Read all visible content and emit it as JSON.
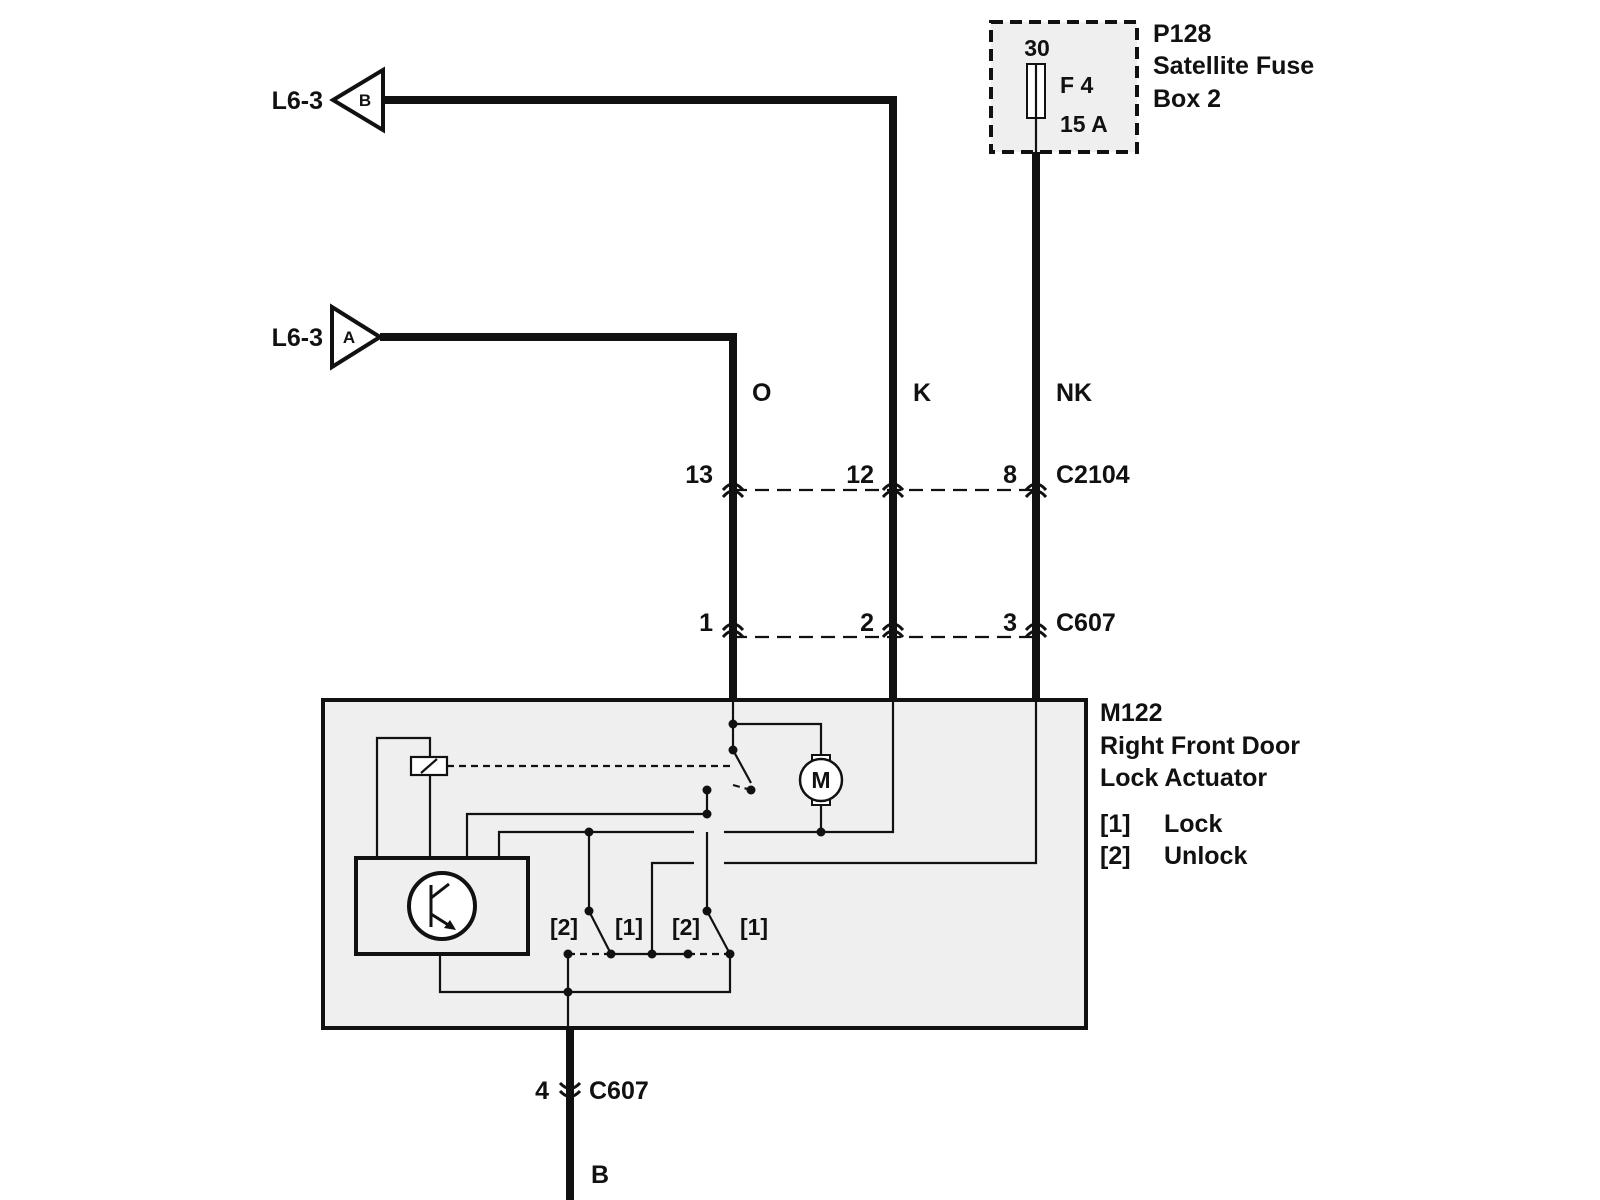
{
  "colors": {
    "wire": "#111111",
    "module_fill": "#efefef",
    "fuse_box_fill": "#efefef",
    "background": "#ffffff"
  },
  "connectors_left": {
    "upper": {
      "ref": "L6-3",
      "letter": "B"
    },
    "lower": {
      "ref": "L6-3",
      "letter": "A"
    }
  },
  "fuse_box": {
    "id": "P128",
    "name_line1": "Satellite Fuse",
    "name_line2": "Box 2",
    "terminal": "30",
    "fuse": "F 4",
    "rating": "15 A"
  },
  "wire_colors": {
    "o": "O",
    "k": "K",
    "nk": "NK",
    "b": "B"
  },
  "connector_c2104": {
    "name": "C2104",
    "pins": [
      "13",
      "12",
      "8"
    ]
  },
  "connector_c607_top": {
    "name": "C607",
    "pins": [
      "1",
      "2",
      "3"
    ]
  },
  "connector_c607_bottom": {
    "name": "C607",
    "pin": "4"
  },
  "module": {
    "id": "M122",
    "name_line1": "Right Front Door",
    "name_line2": "Lock Actuator",
    "motor": "M",
    "legend": [
      {
        "key": "[1]",
        "value": "Lock"
      },
      {
        "key": "[2]",
        "value": "Unlock"
      }
    ],
    "switch_labels": [
      "[2]",
      "[1]",
      "[2]",
      "[1]"
    ]
  }
}
